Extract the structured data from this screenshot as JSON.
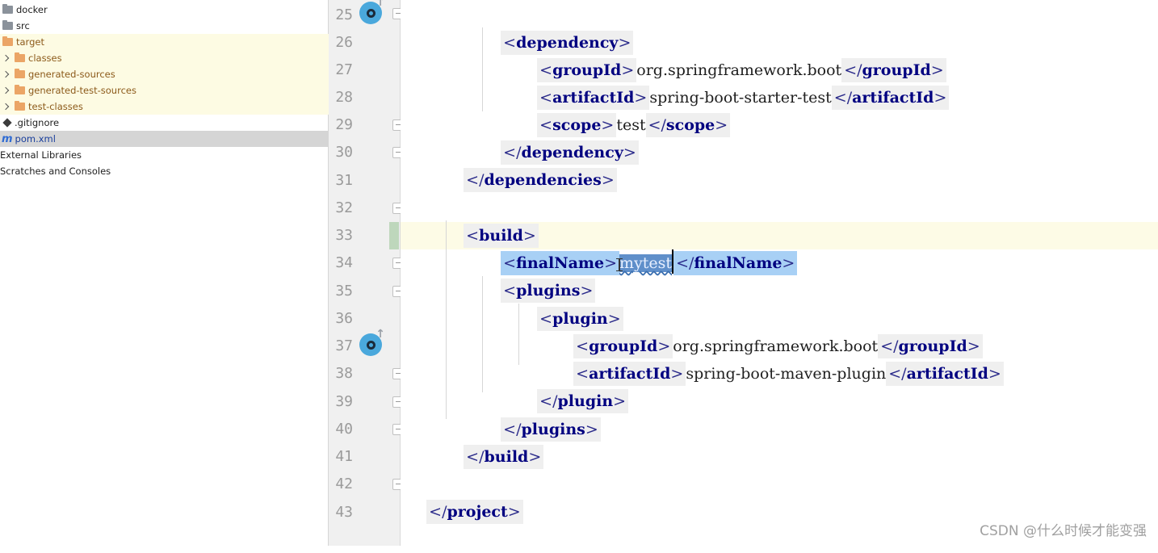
{
  "project_tree": {
    "items": [
      {
        "label": "docker",
        "icon": "folder-icon"
      },
      {
        "label": "src",
        "icon": "folder-icon"
      },
      {
        "label": "target",
        "icon": "folder-icon"
      },
      {
        "label": "classes",
        "icon": "folder-icon"
      },
      {
        "label": "generated-sources",
        "icon": "folder-icon"
      },
      {
        "label": "generated-test-sources",
        "icon": "folder-icon"
      },
      {
        "label": "test-classes",
        "icon": "folder-icon"
      },
      {
        "label": ".gitignore",
        "icon": "gitignore-file-icon"
      },
      {
        "label": "pom.xml",
        "icon": "maven-file-icon"
      },
      {
        "label": "External Libraries",
        "icon": ""
      },
      {
        "label": "Scratches and Consoles",
        "icon": ""
      }
    ]
  },
  "editor": {
    "line_numbers": [
      "25",
      "26",
      "27",
      "28",
      "29",
      "30",
      "31",
      "32",
      "33",
      "34",
      "35",
      "36",
      "37",
      "38",
      "39",
      "40",
      "41",
      "42",
      "43"
    ],
    "code": {
      "l25": {
        "tag": "dependency"
      },
      "l26": {
        "tag": "groupId",
        "text": "org.springframework.boot"
      },
      "l27": {
        "tag": "artifactId",
        "text": "spring-boot-starter-test"
      },
      "l28": {
        "tag": "scope",
        "text": "test"
      },
      "l29": {
        "tag": "dependency"
      },
      "l30": {
        "tag": "dependencies"
      },
      "l32": {
        "tag": "build"
      },
      "l33": {
        "tag": "finalName",
        "text": "mytest"
      },
      "l34": {
        "tag": "plugins"
      },
      "l35": {
        "tag": "plugin"
      },
      "l36": {
        "tag": "groupId",
        "text": "org.springframework.boot"
      },
      "l37": {
        "tag": "artifactId",
        "text": "spring-boot-maven-plugin"
      },
      "l38": {
        "tag": "plugin"
      },
      "l39": {
        "tag": "plugins"
      },
      "l40": {
        "tag": "build"
      },
      "l42": {
        "tag": "project"
      }
    }
  },
  "watermark": "CSDN @什么时候才能变强",
  "colors": {
    "tag": "#000080",
    "selection": "#a8d0f5",
    "current_line": "#fdfbe6",
    "excluded_folder_bg": "#fdfbe3",
    "gutter_icon": "#4aa8dc"
  }
}
